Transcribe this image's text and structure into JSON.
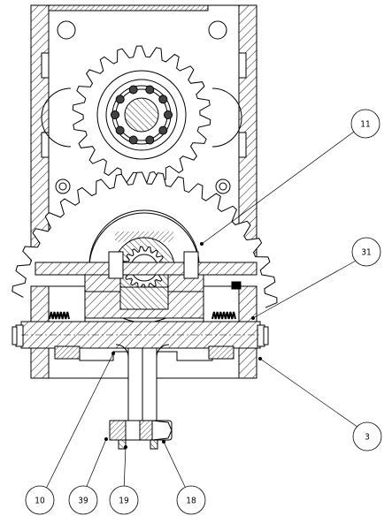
{
  "callouts": [
    {
      "id": "c11",
      "label": "11"
    },
    {
      "id": "c31",
      "label": "31"
    },
    {
      "id": "c3",
      "label": "3"
    },
    {
      "id": "c10",
      "label": "10"
    },
    {
      "id": "c39",
      "label": "39"
    },
    {
      "id": "c19",
      "label": "19"
    },
    {
      "id": "c18",
      "label": "18"
    }
  ]
}
